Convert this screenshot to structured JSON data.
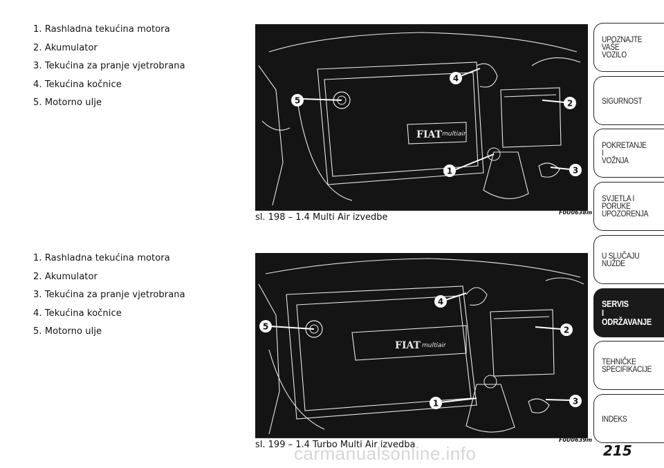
{
  "section1": {
    "items": [
      "1. Rashladna tekućina motora",
      "2. Akumulator",
      "3. Tekućina za pranje vjetrobrana",
      "4. Tekućina kočnice",
      "5. Motorno ulje"
    ],
    "figure_code": "F0U0638m",
    "caption": "sl. 198  – 1.4 Multi Air izvedbe",
    "callouts": [
      "1",
      "2",
      "3",
      "4",
      "5"
    ],
    "logo_text": "FIAT",
    "engine_text": "multiair"
  },
  "section2": {
    "items": [
      "1. Rashladna tekućina motora",
      "2. Akumulator",
      "3. Tekućina za pranje vjetrobrana",
      "4. Tekućina kočnice",
      "5. Motorno ulje"
    ],
    "figure_code": "F0U0639m",
    "caption": "sl. 199 – 1.4 Turbo Multi Air izvedba",
    "callouts": [
      "1",
      "2",
      "3",
      "4",
      "5"
    ],
    "logo_text": "FIAT",
    "engine_text": "multiair"
  },
  "tabs": [
    {
      "label": "UPOZNAJTE\nVAŠE\nVOZILO",
      "active": false
    },
    {
      "label": "SIGURNOST",
      "active": false
    },
    {
      "label": "POKRETANJE\nI\nVOŽNJA",
      "active": false
    },
    {
      "label": "SVJETLA I\nPORUKE\nUPOZORENJA",
      "active": false
    },
    {
      "label": "U SLUČAJU\nNUŽDE",
      "active": false
    },
    {
      "label": "SERVIS\nI\nODRŽAVANJE",
      "active": true
    },
    {
      "label": "TEHNIČKE\nSPECIFIKACIJE",
      "active": false
    },
    {
      "label": "INDEKS",
      "active": false
    }
  ],
  "page_number": "215",
  "watermark": "carmanualsonline.info"
}
